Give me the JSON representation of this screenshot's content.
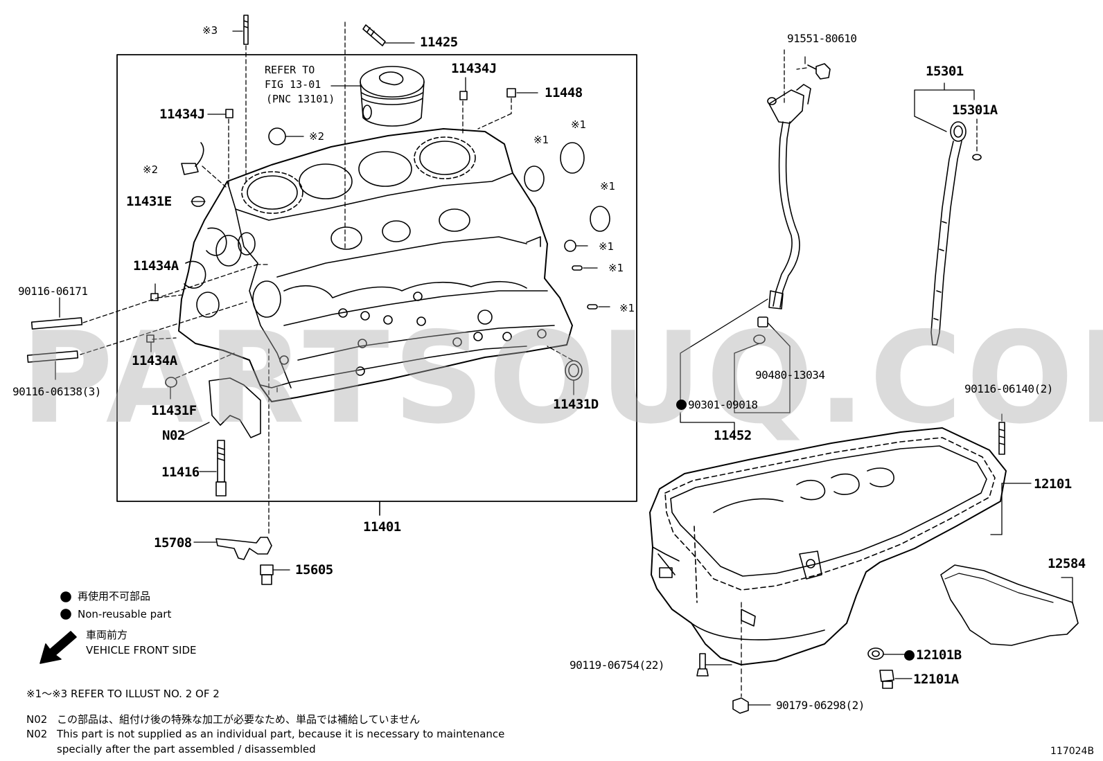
{
  "watermark": "PARTSOUQ.COM",
  "ref_note": {
    "line1": "REFER TO",
    "line2": "FIG 13-01",
    "line3": "(PNC 13101)"
  },
  "parts": {
    "p11425": "11425",
    "p11434J_center": "11434J",
    "p11448": "11448",
    "p11434J_left": "11434J",
    "p11431E": "11431E",
    "p11434A_upper": "11434A",
    "p90116_06171": "90116-06171",
    "p11434A_lower": "11434A",
    "p90116_06138": "90116-06138(3)",
    "p11431F": "11431F",
    "pN02": "N02",
    "p11416": "11416",
    "p11401": "11401",
    "p15708": "15708",
    "p15605": "15605",
    "p11431D": "11431D",
    "p91551_80610": "91551-80610",
    "p15301": "15301",
    "p15301A": "15301A",
    "p90480_13034": "90480-13034",
    "p90301_09018": "90301-09018",
    "p11452": "11452",
    "p90116_06140": "90116-06140(2)",
    "p12101": "12101",
    "p12584": "12584",
    "p12101B": "12101B",
    "p12101A": "12101A",
    "p90119_06754": "90119-06754(22)",
    "p90179_06298": "90179-06298(2)"
  },
  "marks": {
    "m3": "※3",
    "m2a": "※2",
    "m2b": "※2",
    "m1a": "※1",
    "m1b": "※1",
    "m1c": "※1",
    "m1d": "※1",
    "m1e": "※1",
    "m1f": "※1"
  },
  "legend": {
    "nonreuse_jp": "再使用不可部品",
    "nonreuse_en": "Non-reusable part",
    "front_jp": "車両前方",
    "front_en": "VEHICLE FRONT SIDE",
    "refer": "※1～※3  REFER TO ILLUST NO. 2 OF 2",
    "n02_jp_code": "N02",
    "n02_jp": "この部品は、組付け後の特殊な加工が必要なため、単品では補給していません",
    "n02_en_code": "N02",
    "n02_en1": "This part is not supplied as an individual part, because it is necessary to maintenance",
    "n02_en2": "specially after the part assembled / disassembled"
  },
  "illustration_id": "117024B"
}
